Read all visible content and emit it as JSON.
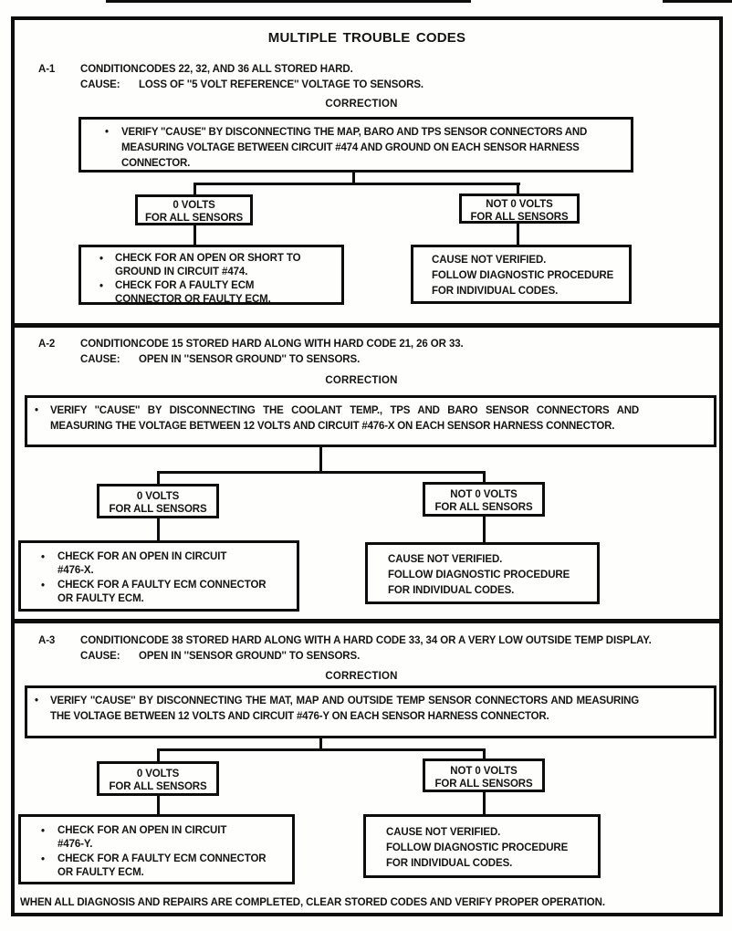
{
  "page": {
    "title": "MULTIPLE TROUBLE CODES",
    "footer": "WHEN ALL DIAGNOSIS AND REPAIRS ARE COMPLETED, CLEAR STORED CODES AND VERIFY PROPER OPERATION.",
    "ink_color": "#0d0d0d",
    "paper_color": "#fefefd"
  },
  "labels": {
    "condition": "CONDITION:",
    "cause": "CAUSE:",
    "correction": "CORRECTION",
    "bullet": "•"
  },
  "sections": [
    {
      "id": "A-1",
      "condition": "CODES 22, 32, AND 36 ALL STORED HARD.",
      "cause": "LOSS OF ''5 VOLT REFERENCE'' VOLTAGE TO SENSORS.",
      "verify": "VERIFY ''CAUSE'' BY DISCONNECTING THE MAP, BARO AND TPS SENSOR CONNECTORS AND MEASURING VOLTAGE BETWEEN CIRCUIT #474 AND GROUND ON EACH SENSOR HARNESS CONNECTOR.",
      "branch_left": {
        "label_line1": "0 VOLTS",
        "label_line2": "FOR ALL SENSORS",
        "actions": [
          "CHECK FOR AN OPEN OR SHORT TO GROUND IN CIRCUIT #474.",
          "CHECK FOR A FAULTY ECM CONNECTOR OR FAULTY ECM."
        ]
      },
      "branch_right": {
        "label_line1": "NOT 0 VOLTS",
        "label_line2": "FOR ALL SENSORS",
        "result_lines": [
          "CAUSE NOT VERIFIED.",
          "FOLLOW DIAGNOSTIC PROCEDURE",
          "FOR INDIVIDUAL CODES."
        ]
      }
    },
    {
      "id": "A-2",
      "condition": "CODE 15 STORED HARD ALONG WITH HARD CODE 21, 26 OR 33.",
      "cause": "OPEN IN ''SENSOR GROUND'' TO SENSORS.",
      "verify": "VERIFY ''CAUSE'' BY DISCONNECTING THE COOLANT TEMP., TPS AND BARO SENSOR CONNECTORS AND MEASURING THE VOLTAGE BETWEEN 12 VOLTS AND CIRCUIT #476-X ON EACH SENSOR HARNESS CONNECTOR.",
      "branch_left": {
        "label_line1": "0 VOLTS",
        "label_line2": "FOR ALL SENSORS",
        "actions": [
          "CHECK FOR AN OPEN IN CIRCUIT #476-X.",
          "CHECK FOR A FAULTY ECM CONNECTOR OR FAULTY ECM."
        ]
      },
      "branch_right": {
        "label_line1": "NOT 0 VOLTS",
        "label_line2": "FOR ALL SENSORS",
        "result_lines": [
          "CAUSE NOT VERIFIED.",
          "FOLLOW DIAGNOSTIC PROCEDURE",
          "FOR INDIVIDUAL CODES."
        ]
      }
    },
    {
      "id": "A-3",
      "condition": "CODE 38 STORED HARD ALONG WITH A HARD CODE 33, 34 OR A VERY LOW OUTSIDE TEMP DISPLAY.",
      "cause": "OPEN IN ''SENSOR GROUND'' TO SENSORS.",
      "verify": "VERIFY ''CAUSE'' BY DISCONNECTING THE MAT, MAP AND OUTSIDE TEMP SENSOR CONNECTORS AND MEASURING THE VOLTAGE BETWEEN 12 VOLTS AND CIRCUIT #476-Y ON EACH SENSOR HARNESS CONNECTOR.",
      "branch_left": {
        "label_line1": "0 VOLTS",
        "label_line2": "FOR ALL SENSORS",
        "actions": [
          "CHECK FOR AN OPEN IN CIRCUIT #476-Y.",
          "CHECK FOR A FAULTY ECM CONNECTOR OR FAULTY ECM."
        ]
      },
      "branch_right": {
        "label_line1": "NOT 0 VOLTS",
        "label_line2": "FOR ALL SENSORS",
        "result_lines": [
          "CAUSE NOT VERIFIED.",
          "FOLLOW DIAGNOSTIC PROCEDURE",
          "FOR INDIVIDUAL CODES."
        ]
      }
    }
  ]
}
